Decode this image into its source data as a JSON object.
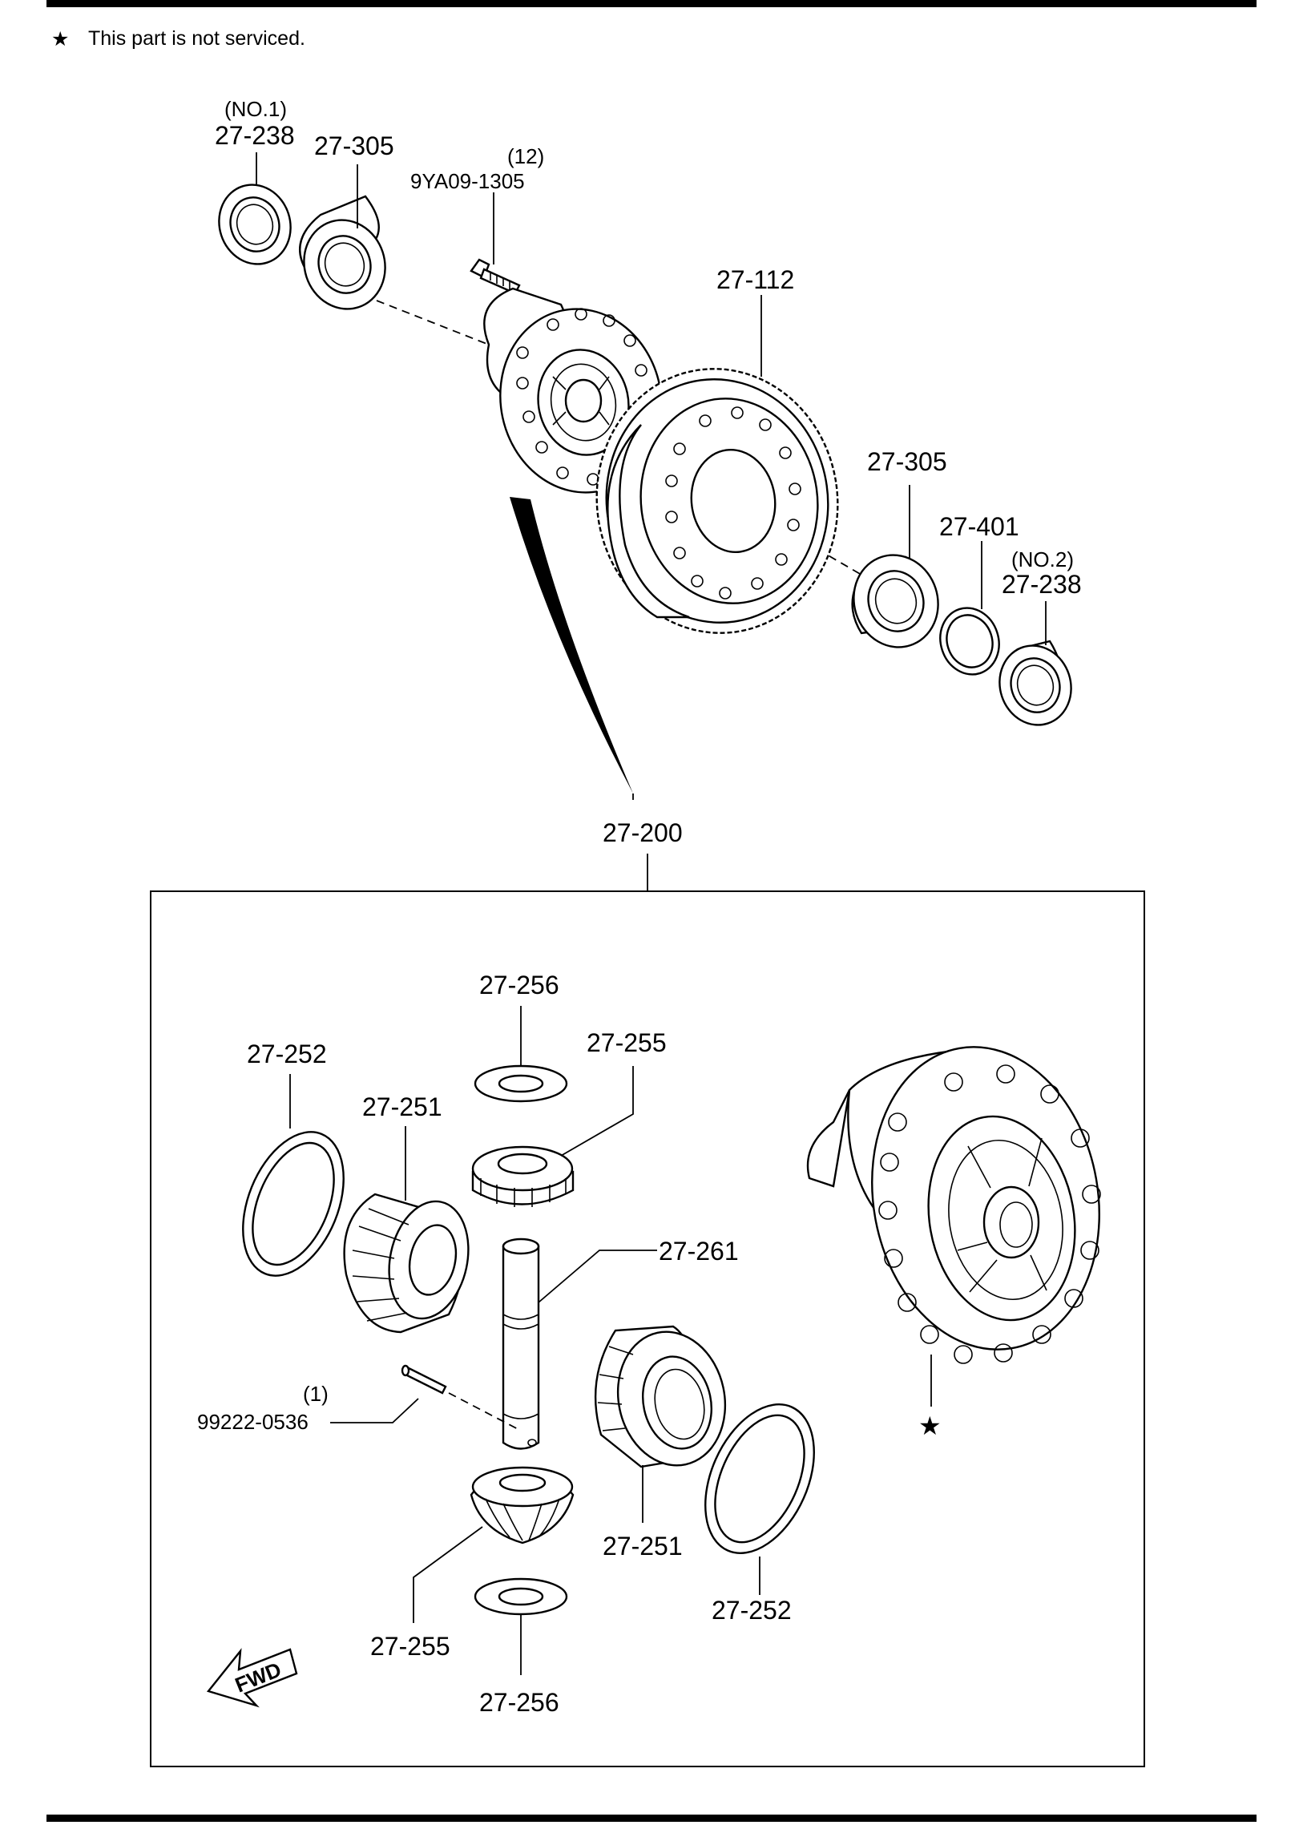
{
  "note": {
    "star_glyph": "★",
    "text": "This part is not serviced."
  },
  "labels": {
    "bearing_no1_qualifier": "(NO.1)",
    "bearing_no1": "27-238",
    "bearing_left": "27-305",
    "bolt_qty": "(12)",
    "bolt": "9YA09-1305",
    "ring_gear": "27-112",
    "bearing_right": "27-305",
    "shim": "27-401",
    "bearing_no2_qualifier": "(NO.2)",
    "bearing_no2": "27-238",
    "case_assembly": "27-200",
    "washer_top": "27-256",
    "pinion_top": "27-255",
    "side_washer_left": "27-252",
    "side_gear_left": "27-251",
    "pinion_shaft": "27-261",
    "pin_qty": "(1)",
    "pin": "99222-0536",
    "side_gear_right": "27-251",
    "side_washer_right": "27-252",
    "pinion_bottom": "27-255",
    "washer_bottom": "27-256",
    "not_serviced_marker": "★",
    "fwd": "FWD"
  }
}
